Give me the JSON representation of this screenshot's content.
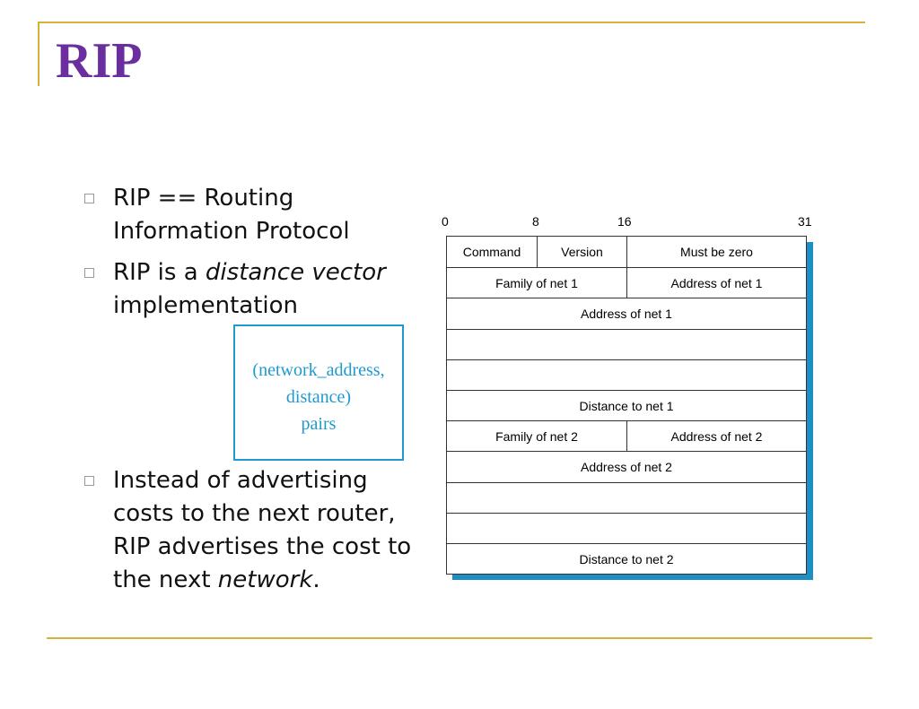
{
  "slide": {
    "title": "RIP",
    "bullets": [
      {
        "parts": [
          {
            "text": "RIP == Routing Information Protocol",
            "italic": false
          }
        ]
      },
      {
        "parts": [
          {
            "text": "RIP is a ",
            "italic": false
          },
          {
            "text": "distance vector",
            "italic": true
          },
          {
            "text": " implementation",
            "italic": false
          }
        ]
      },
      {
        "parts": [
          {
            "text": "Instead of advertising costs to the next router, RIP advertises the cost to the next ",
            "italic": false
          },
          {
            "text": "network",
            "italic": true
          },
          {
            "text": ".",
            "italic": false
          }
        ]
      }
    ],
    "callout": [
      "(network_address,",
      "distance)",
      "pairs"
    ]
  },
  "packet": {
    "bit_labels": [
      "0",
      "8",
      "16",
      "31"
    ],
    "rows": [
      {
        "cells": [
          {
            "label": "Command",
            "span": 8
          },
          {
            "label": "Version",
            "span": 8
          },
          {
            "label": "Must be zero",
            "span": 16
          }
        ]
      },
      {
        "cells": [
          {
            "label": "Family of net 1",
            "span": 16
          },
          {
            "label": "Address of net 1",
            "span": 16
          }
        ]
      },
      {
        "cells": [
          {
            "label": "Address of net 1",
            "span": 32
          }
        ]
      },
      {
        "cells": [
          {
            "label": "",
            "span": 32
          }
        ]
      },
      {
        "cells": [
          {
            "label": "",
            "span": 32
          }
        ]
      },
      {
        "cells": [
          {
            "label": "Distance to net 1",
            "span": 32
          }
        ]
      },
      {
        "cells": [
          {
            "label": "Family of net 2",
            "span": 16
          },
          {
            "label": "Address of net 2",
            "span": 16
          }
        ]
      },
      {
        "cells": [
          {
            "label": "Address of net 2",
            "span": 32
          }
        ]
      },
      {
        "cells": [
          {
            "label": "",
            "span": 32
          }
        ]
      },
      {
        "cells": [
          {
            "label": "",
            "span": 32
          }
        ]
      },
      {
        "cells": [
          {
            "label": "Distance to net 2",
            "span": 32
          }
        ]
      }
    ]
  },
  "colors": {
    "title": "#6b2e9e",
    "accent_line": "#d7b23a",
    "callout": "#1e9ad0",
    "shadow": "#1e8fc2"
  }
}
